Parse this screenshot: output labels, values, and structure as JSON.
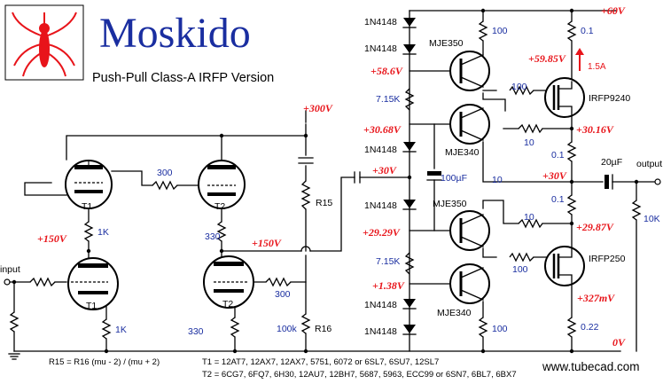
{
  "header": {
    "title": "Moskido",
    "subtitle": "Push-Pull Class-A IRFP Version",
    "logo_icon": "mosquito-logo-icon"
  },
  "rails": {
    "v300": "+300V",
    "v60": "+60V",
    "v0": "0V"
  },
  "labels": {
    "input": "input",
    "output": "output",
    "t1_top": "T1",
    "t1_bot": "T1",
    "t2_top": "T2",
    "t2_bot": "T2",
    "r300": "300",
    "r1k_a": "1K",
    "r1k_b": "1K",
    "r330_a": "330",
    "r330_b": "330",
    "r300_b": "300",
    "r100k": "100k",
    "r15": "R15",
    "r16": "R16",
    "v150_a": "+150V",
    "v150_b": "+150V",
    "v30_in": "+30V",
    "d1": "1N4148",
    "d2": "1N4148",
    "d3": "1N4148",
    "d4": "1N4148",
    "d5": "1N4148",
    "d6": "1N4148",
    "r715_a": "7.15K",
    "r715_b": "7.15K",
    "cap100": "100µF",
    "v586": "+58.6V",
    "v3068": "+30.68V",
    "v2929": "+29.29V",
    "v138": "+1.38V",
    "q1": "MJE350",
    "q2": "MJE340",
    "q3": "MJE350",
    "q4": "MJE340",
    "r100_a": "100",
    "r100_b": "100",
    "r100_c": "100",
    "r100_d": "100",
    "r10_a": "10",
    "r10_b": "10",
    "r10_c": "10",
    "m1": "IRFP9240",
    "m2": "IRFP250",
    "r01_a": "0.1",
    "r01_b": "0.1",
    "r01_c": "0.1",
    "r022": "0.22",
    "v5985": "+59.85V",
    "cur15": "1.5A",
    "v3016": "+30.16V",
    "v30_out": "+30V",
    "v2987": "+29.87V",
    "v327": "+327mV",
    "cap20": "20µF",
    "r10k": "10K"
  },
  "notes": {
    "formula": "R15 = R16 (mu - 2) / (mu + 2)",
    "t1_types": "T1 = 12AT7, 12AX7, 12AX7, 5751, 6072 or 6SL7, 6SU7, 12SL7",
    "t2_types": "T2 = 6CG7, 6FQ7, 6H30, 12AU7, 12BH7, 5687, 5963, ECC99 or 6SN7, 6BL7, 6BX7"
  },
  "footer": {
    "url": "www.tubecad.com"
  },
  "colors": {
    "voltage": "#e8141a",
    "component_value": "#1a2ea0",
    "title": "#1a2ea0"
  }
}
